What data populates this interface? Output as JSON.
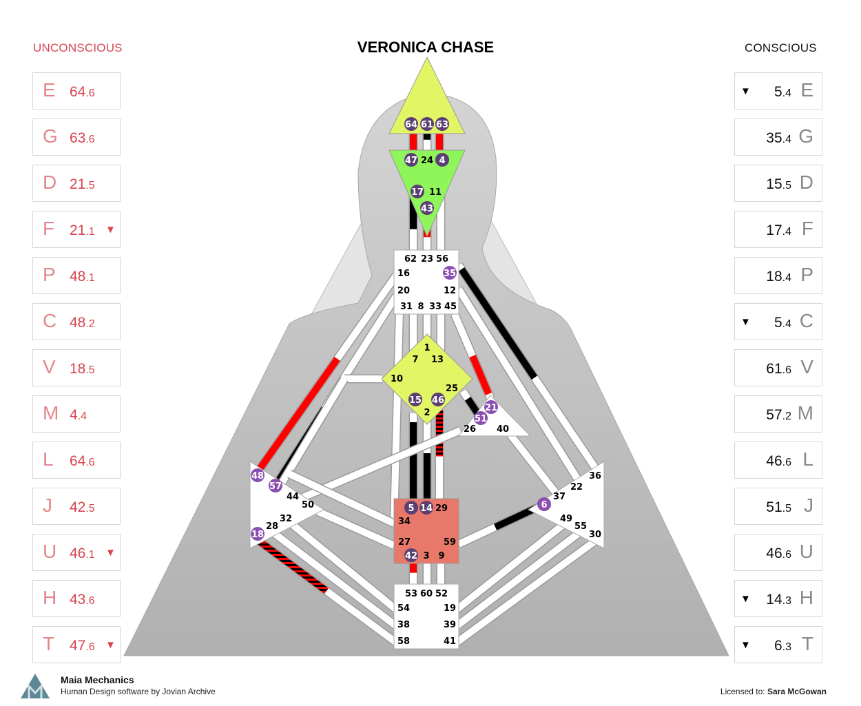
{
  "title": "VERONICA CHASE",
  "unconscious": {
    "label": "UNCONSCIOUS",
    "rows": [
      {
        "planet": "E",
        "main": "64",
        "dec": ".6",
        "arrow": ""
      },
      {
        "planet": "G",
        "main": "63",
        "dec": ".6",
        "arrow": ""
      },
      {
        "planet": "D",
        "main": "21",
        "dec": ".5",
        "arrow": ""
      },
      {
        "planet": "F",
        "main": "21",
        "dec": ".1",
        "arrow": "▼"
      },
      {
        "planet": "P",
        "main": "48",
        "dec": ".1",
        "arrow": ""
      },
      {
        "planet": "C",
        "main": "48",
        "dec": ".2",
        "arrow": ""
      },
      {
        "planet": "V",
        "main": "18",
        "dec": ".5",
        "arrow": ""
      },
      {
        "planet": "M",
        "main": "4",
        "dec": ".4",
        "arrow": ""
      },
      {
        "planet": "L",
        "main": "64",
        "dec": ".6",
        "arrow": ""
      },
      {
        "planet": "J",
        "main": "42",
        "dec": ".5",
        "arrow": ""
      },
      {
        "planet": "U",
        "main": "46",
        "dec": ".1",
        "arrow": "▼"
      },
      {
        "planet": "H",
        "main": "43",
        "dec": ".6",
        "arrow": ""
      },
      {
        "planet": "T",
        "main": "47",
        "dec": ".6",
        "arrow": "▼"
      }
    ]
  },
  "conscious": {
    "label": "CONSCIOUS",
    "rows": [
      {
        "planet": "E",
        "main": "5",
        "dec": ".4",
        "arrow": "▼"
      },
      {
        "planet": "G",
        "main": "35",
        "dec": ".4",
        "arrow": ""
      },
      {
        "planet": "D",
        "main": "15",
        "dec": ".5",
        "arrow": ""
      },
      {
        "planet": "F",
        "main": "17",
        "dec": ".4",
        "arrow": ""
      },
      {
        "planet": "P",
        "main": "18",
        "dec": ".4",
        "arrow": ""
      },
      {
        "planet": "C",
        "main": "5",
        "dec": ".4",
        "arrow": "▼"
      },
      {
        "planet": "V",
        "main": "61",
        "dec": ".6",
        "arrow": ""
      },
      {
        "planet": "M",
        "main": "57",
        "dec": ".2",
        "arrow": ""
      },
      {
        "planet": "L",
        "main": "46",
        "dec": ".6",
        "arrow": ""
      },
      {
        "planet": "J",
        "main": "51",
        "dec": ".5",
        "arrow": ""
      },
      {
        "planet": "U",
        "main": "46",
        "dec": ".6",
        "arrow": ""
      },
      {
        "planet": "H",
        "main": "14",
        "dec": ".3",
        "arrow": "▼"
      },
      {
        "planet": "T",
        "main": "6",
        "dec": ".3",
        "arrow": "▼"
      }
    ]
  },
  "colors": {
    "unconscious": "#d6434d",
    "head": "#e2f564",
    "ajna": "#8ef55a",
    "g_center": "#e2f564",
    "sacral": "#e8796a",
    "gate_dark": "#5b3f72",
    "gate_light": "#8a4fb0",
    "design_channel": "#ff0000",
    "personality_channel": "#000000"
  },
  "gates": [
    {
      "n": "64",
      "act": "dark"
    },
    {
      "n": "61",
      "act": "dark"
    },
    {
      "n": "63",
      "act": "dark"
    },
    {
      "n": "47",
      "act": "dark"
    },
    {
      "n": "24",
      "act": ""
    },
    {
      "n": "4",
      "act": "dark"
    },
    {
      "n": "17",
      "act": "dark"
    },
    {
      "n": "11",
      "act": ""
    },
    {
      "n": "43",
      "act": "dark"
    },
    {
      "n": "62",
      "act": ""
    },
    {
      "n": "23",
      "act": ""
    },
    {
      "n": "56",
      "act": ""
    },
    {
      "n": "16",
      "act": ""
    },
    {
      "n": "35",
      "act": "light"
    },
    {
      "n": "20",
      "act": ""
    },
    {
      "n": "12",
      "act": ""
    },
    {
      "n": "31",
      "act": ""
    },
    {
      "n": "8",
      "act": ""
    },
    {
      "n": "33",
      "act": ""
    },
    {
      "n": "45",
      "act": ""
    },
    {
      "n": "1",
      "act": ""
    },
    {
      "n": "7",
      "act": ""
    },
    {
      "n": "13",
      "act": ""
    },
    {
      "n": "10",
      "act": ""
    },
    {
      "n": "25",
      "act": ""
    },
    {
      "n": "15",
      "act": "dark"
    },
    {
      "n": "46",
      "act": "dark"
    },
    {
      "n": "2",
      "act": ""
    },
    {
      "n": "21",
      "act": "light"
    },
    {
      "n": "51",
      "act": "light"
    },
    {
      "n": "26",
      "act": ""
    },
    {
      "n": "40",
      "act": ""
    },
    {
      "n": "48",
      "act": "light"
    },
    {
      "n": "57",
      "act": "light"
    },
    {
      "n": "44",
      "act": ""
    },
    {
      "n": "50",
      "act": ""
    },
    {
      "n": "32",
      "act": ""
    },
    {
      "n": "28",
      "act": ""
    },
    {
      "n": "18",
      "act": "light"
    },
    {
      "n": "5",
      "act": "dark"
    },
    {
      "n": "14",
      "act": "dark"
    },
    {
      "n": "29",
      "act": ""
    },
    {
      "n": "34",
      "act": ""
    },
    {
      "n": "27",
      "act": ""
    },
    {
      "n": "59",
      "act": ""
    },
    {
      "n": "42",
      "act": "dark"
    },
    {
      "n": "3",
      "act": ""
    },
    {
      "n": "9",
      "act": ""
    },
    {
      "n": "36",
      "act": ""
    },
    {
      "n": "22",
      "act": ""
    },
    {
      "n": "37",
      "act": ""
    },
    {
      "n": "6",
      "act": "light"
    },
    {
      "n": "49",
      "act": ""
    },
    {
      "n": "55",
      "act": ""
    },
    {
      "n": "30",
      "act": ""
    },
    {
      "n": "53",
      "act": ""
    },
    {
      "n": "60",
      "act": ""
    },
    {
      "n": "52",
      "act": ""
    },
    {
      "n": "54",
      "act": ""
    },
    {
      "n": "19",
      "act": ""
    },
    {
      "n": "38",
      "act": ""
    },
    {
      "n": "39",
      "act": ""
    },
    {
      "n": "58",
      "act": ""
    },
    {
      "n": "41",
      "act": ""
    }
  ],
  "footer": {
    "brand": "Maia Mechanics",
    "subtitle": "Human Design software by Jovian Archive",
    "license_label": "Licensed to:",
    "license_name": "Sara McGowan",
    "logo_letter": "M"
  }
}
